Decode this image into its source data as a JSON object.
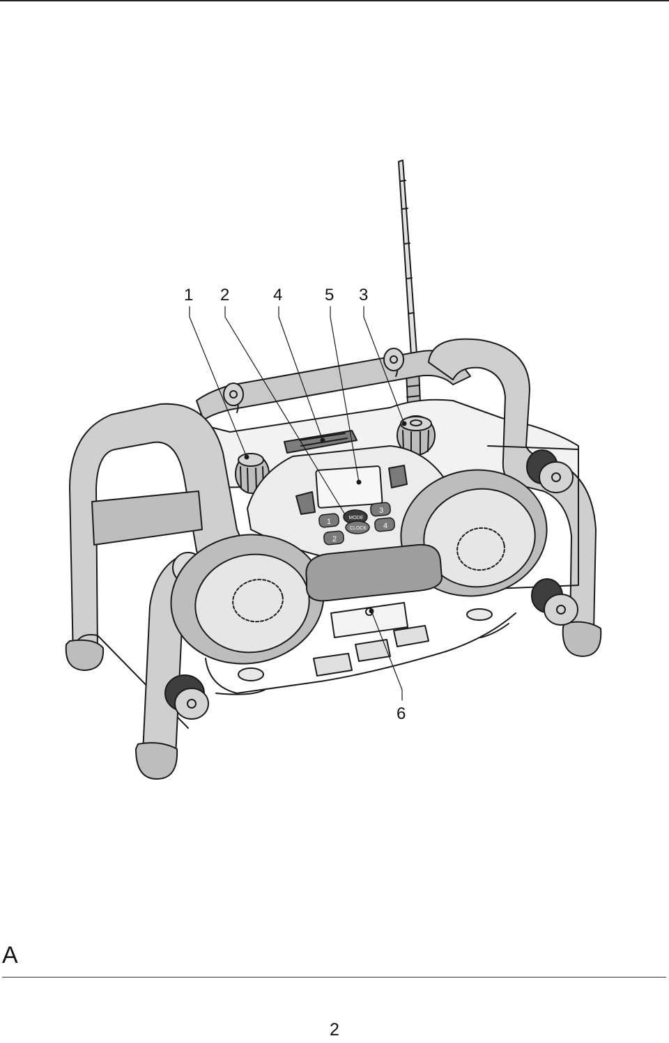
{
  "figure": {
    "callouts": {
      "c1": "1",
      "c2": "2",
      "c4": "4",
      "c5": "5",
      "c3": "3",
      "c6": "6"
    },
    "buttons": {
      "mode": "MODE",
      "clock": "CLOCK",
      "preset1": "1",
      "preset2": "2",
      "preset3": "3",
      "preset4": "4"
    },
    "letter": "A"
  },
  "footer": {
    "page_number": "2"
  }
}
